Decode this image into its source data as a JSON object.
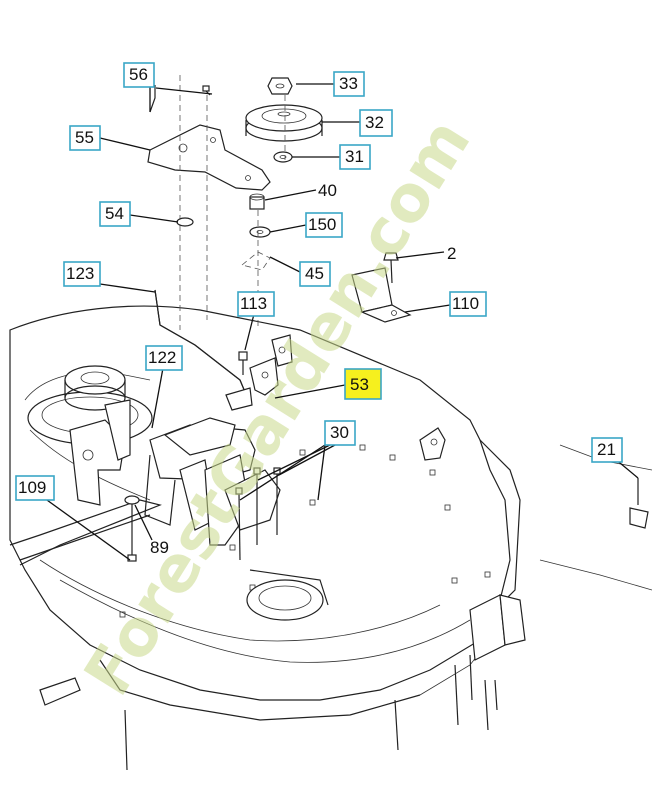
{
  "diagram": {
    "labels": {
      "p33": "33",
      "p32": "32",
      "p31": "31",
      "p40": "40",
      "p150": "150",
      "p45": "45",
      "p2": "2",
      "p110": "110",
      "p55": "55",
      "p54": "54",
      "p123": "123",
      "p113": "113",
      "p122": "122",
      "p53": "53",
      "p30": "30",
      "p21": "21",
      "p109": "109",
      "p89": "89",
      "p56": "56"
    },
    "highlighted_part": "53",
    "colors": {
      "label_border": "#3aa6c6",
      "highlight": "#f6f01e",
      "watermark_green": "#c9d98a",
      "watermark_orange": "#f0b15a"
    }
  },
  "watermark": {
    "site_text": "ForestGarden.com"
  }
}
